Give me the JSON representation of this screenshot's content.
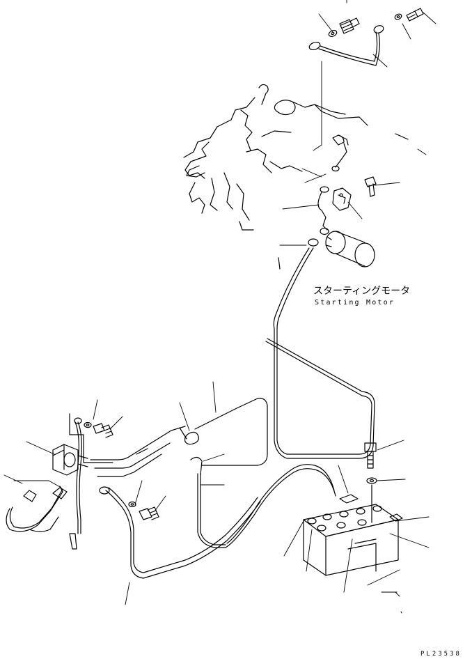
{
  "labels": {
    "starter_jp": "スターティングモータ",
    "starter_en": "Starting Motor",
    "drawing_code": "PL23538"
  }
}
